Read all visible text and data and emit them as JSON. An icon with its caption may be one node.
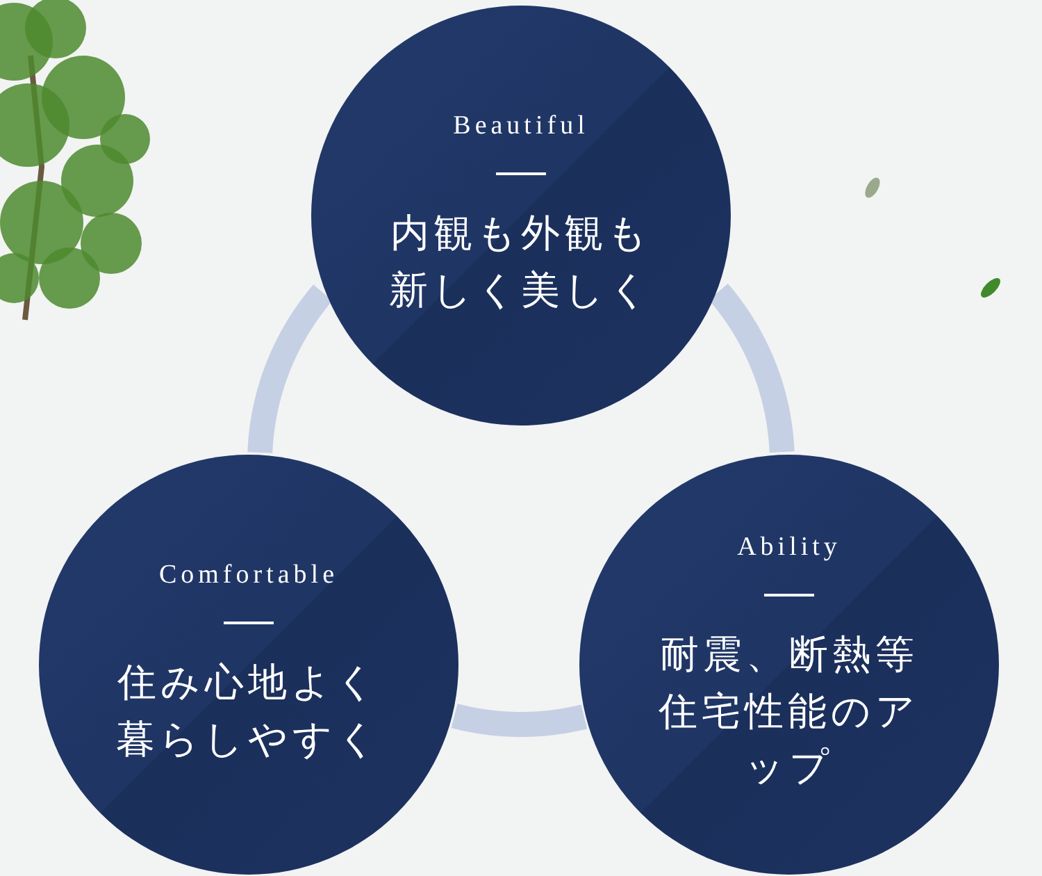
{
  "diagram": {
    "nodes": [
      {
        "text": [
          "Beautiful",
          "内観も外観も新しく美しく"
        ]
      },
      {
        "text": [
          "Comfortable",
          "住み心地よく暮らしやすく"
        ]
      },
      {
        "text": [
          "Ability",
          "耐震、断熱等住宅性能のアップ"
        ]
      }
    ],
    "edges": [
      {
        "from": 0,
        "to": 1,
        "arrow": "none"
      },
      {
        "from": 1,
        "to": 2,
        "arrow": "none"
      },
      {
        "from": 2,
        "to": 0,
        "arrow": "none"
      }
    ]
  }
}
